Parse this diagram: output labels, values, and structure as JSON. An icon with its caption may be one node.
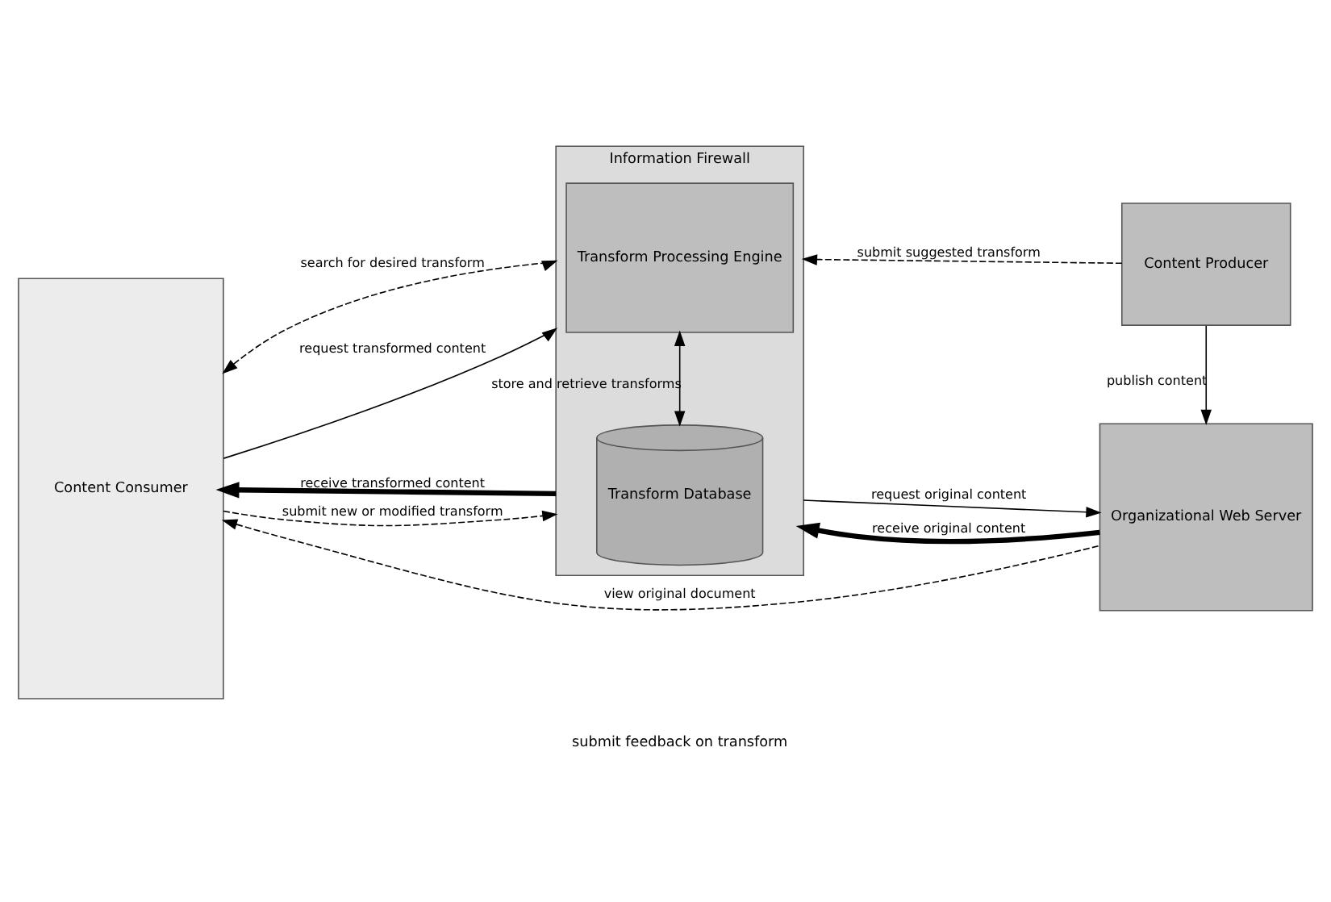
{
  "diagram": {
    "nodes": [
      {
        "text": [
          "Content Consumer"
        ]
      },
      {
        "text": [
          "Information Firewall"
        ]
      },
      {
        "text": [
          "Transform Processing Engine"
        ],
        "in": 1
      },
      {
        "text": [
          "Transform Database"
        ],
        "in": 1
      },
      {
        "text": [
          "Content Producer"
        ]
      },
      {
        "text": [
          "Organizational Web Server"
        ]
      }
    ],
    "edges": [
      {
        "from": 0,
        "to": 1,
        "arrow": "both",
        "style": "dashed",
        "label": "search for desired transform"
      },
      {
        "from": 0,
        "to": 1,
        "arrow": "to",
        "label": "request transformed content"
      },
      {
        "from": 1,
        "to": 0,
        "arrow": "to",
        "style": "thick",
        "label": "receive transformed content"
      },
      {
        "from": 0,
        "to": 1,
        "arrow": "to",
        "style": "dashed",
        "label": "submit new or modified transform"
      },
      {
        "from": 2,
        "to": 3,
        "arrow": "both",
        "label": "store and retrieve transforms"
      },
      {
        "from": 4,
        "to": 1,
        "arrow": "to",
        "style": "dashed",
        "label": "submit suggested transform"
      },
      {
        "from": 4,
        "to": 5,
        "arrow": "to",
        "label": "publish content"
      },
      {
        "from": 1,
        "to": 5,
        "arrow": "to",
        "label": "request original content"
      },
      {
        "from": 5,
        "to": 1,
        "arrow": "to",
        "style": "thick",
        "label": "receive original content"
      },
      {
        "from": 5,
        "to": 0,
        "arrow": "to",
        "style": "dashed",
        "label": "view original document"
      }
    ],
    "labels": [
      "submit feedback on transform"
    ]
  }
}
